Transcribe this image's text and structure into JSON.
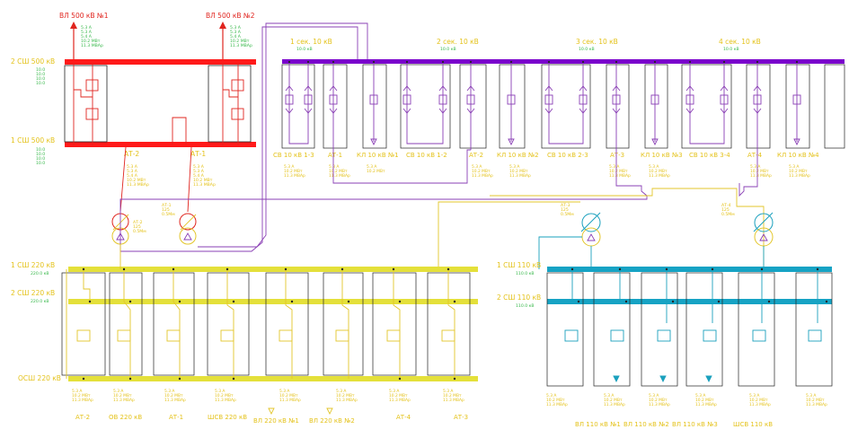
{
  "colors": {
    "red": "#ff1a1a",
    "redline": "#e0241e",
    "purple": "#7a00cc",
    "purpleline": "#8a3fb5",
    "yellow": "#e4e03a",
    "yellowline": "#e3c62b",
    "cyan": "#16a3c4",
    "cyanline": "#1aa0bd",
    "green": "#37b84a",
    "magenta": "#b03ad0",
    "meas": "#e8d21a"
  },
  "meas": {
    "line_a": "5.3 А",
    "line_mw": "10.2 МВт",
    "line_mvar": "11.3 МВАр"
  },
  "bus": {
    "s500_2": {
      "name": "2 СШ 500 кВ",
      "v1": "10.0",
      "v2": "10.0",
      "v3": "10.0",
      "v4": "10.0"
    },
    "s500_1": {
      "name": "1 СШ 500 кВ",
      "v1": "10.0",
      "v2": "10.0",
      "v3": "10.0",
      "v4": "10.0"
    },
    "sec10_1": {
      "name": "1 сек. 10 кВ",
      "v": "10.0 кВ"
    },
    "sec10_2": {
      "name": "2 сек. 10 кВ",
      "v": "10.0 кВ"
    },
    "sec10_3": {
      "name": "3 сек. 10 кВ",
      "v": "10.0 кВ"
    },
    "sec10_4": {
      "name": "4 сек. 10 кВ",
      "v": "10.0 кВ"
    },
    "s220_1": {
      "name": "1 СШ 220 кВ",
      "v": "220.0 кВ"
    },
    "s220_2": {
      "name": "2 СШ 220 кВ",
      "v": "220.0 кВ"
    },
    "s220_o": {
      "name": "ОСШ 220 кВ"
    },
    "s110_1": {
      "name": "1 СШ 110 кВ",
      "v": "110.0 кВ"
    },
    "s110_2": {
      "name": "2 СШ 110 кВ",
      "v": "110.0 кВ"
    }
  },
  "labels500": {
    "vl1": "ВЛ 500 кВ №1",
    "vl2": "ВЛ 500 кВ №2",
    "at2": "АТ-2",
    "at1": "АТ-1",
    "meas1": "5.4 А"
  },
  "labels10": [
    "СВ 10 кВ 1-3",
    "АТ-1",
    "КЛ 10 кВ №1",
    "СВ 10 кВ 1-2",
    "АТ-2",
    "КЛ 10 кВ №2",
    "СВ 10 кВ 2-3",
    "АТ-3",
    "КЛ 10 кВ №3",
    "СВ 10 кВ 3-4",
    "АТ-4",
    "КЛ 10 кВ №4"
  ],
  "labels220": [
    "АТ-2",
    "ОВ 220 кВ",
    "АТ-1",
    "ШСВ 220 кВ",
    "ВЛ 220 кВ №1",
    "ВЛ 220 кВ №2",
    "АТ-4",
    "АТ-3"
  ],
  "labels110": [
    "ВЛ 110 кВ №1",
    "ВЛ 110 кВ №2",
    "ВЛ 110 кВ №3",
    "ШСВ 110 кВ"
  ],
  "trafo": {
    "t1": {
      "name": "АТ-2",
      "v1": "125",
      "v2": "0.5Мм"
    },
    "t2": {
      "name": "АТ-1",
      "v1": "125",
      "v2": "0.5Мм"
    },
    "t3": {
      "name": "АТ-3",
      "v1": "125",
      "v2": "0.5Мм"
    },
    "t4": {
      "name": "АТ-4",
      "v1": "125",
      "v2": "0.5Мм"
    }
  }
}
